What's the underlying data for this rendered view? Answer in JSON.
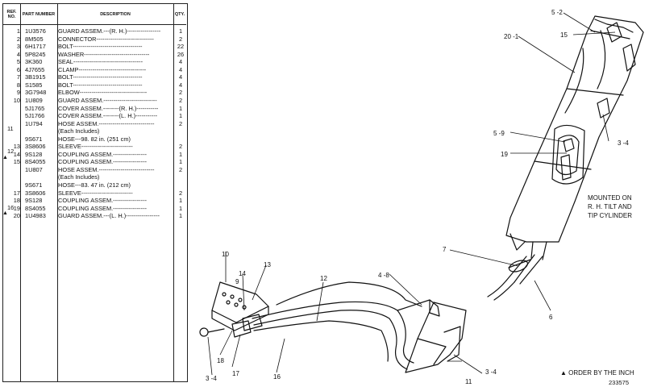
{
  "table": {
    "headers": {
      "ref": "REF. NO.",
      "part": "PART NUMBER",
      "desc": "DESCRIPTION",
      "qty": "QTY."
    },
    "rows": [
      {
        "ref": "1",
        "part": "1U3576",
        "desc": "GUARD ASSEM.---(R. H.)-----------------",
        "qty": "1"
      },
      {
        "ref": "2",
        "part": "8M505",
        "desc": "CONNECTOR-----------------------------",
        "qty": "2"
      },
      {
        "ref": "3",
        "part": "6H1717",
        "desc": "BOLT-----------------------------------",
        "qty": "22"
      },
      {
        "ref": "4",
        "part": "5P8245",
        "desc": "WASHER---------------------------------",
        "qty": "26"
      },
      {
        "ref": "5",
        "part": "3K360",
        "desc": "SEAL-----------------------------------",
        "qty": "4"
      },
      {
        "ref": "6",
        "part": "4J7655",
        "desc": "CLAMP----------------------------------",
        "qty": "4"
      },
      {
        "ref": "7",
        "part": "3B1915",
        "desc": "BOLT-----------------------------------",
        "qty": "4"
      },
      {
        "ref": "8",
        "part": "S1585",
        "desc": "BOLT-----------------------------------",
        "qty": "4"
      },
      {
        "ref": "9",
        "part": "3G7948",
        "desc": "ELBOW----------------------------------",
        "qty": "2"
      },
      {
        "ref": "10",
        "part": "1U809",
        "desc": "GUARD ASSEM.---------------------------",
        "qty": "2"
      },
      {
        "ref": "",
        "part": "5J1765",
        "desc": "COVER ASSEM.--------(R. H.)-----------",
        "qty": "1"
      },
      {
        "ref": "",
        "part": "5J1766",
        "desc": "COVER ASSEM.--------(L. H.)-----------",
        "qty": "1"
      },
      {
        "ref": "",
        "part": "1U794",
        "desc": "HOSE ASSEM.----------------------------",
        "qty": "2"
      },
      {
        "ref": "",
        "part": "",
        "desc": "(Each Includes)",
        "qty": ""
      },
      {
        "ref": "",
        "part": "9S671",
        "desc": "HOSE---98. 82 in. (251 cm)",
        "qty": ""
      },
      {
        "ref": "13",
        "part": "3S8606",
        "desc": "SLEEVE--------------------------",
        "qty": "2"
      },
      {
        "ref": "14",
        "part": "9S128",
        "desc": "COUPLING ASSEM.-----------------",
        "qty": "1"
      },
      {
        "ref": "15",
        "part": "8S4055",
        "desc": "COUPLING ASSEM.-----------------",
        "qty": "1"
      },
      {
        "ref": "",
        "part": "1U807",
        "desc": "HOSE ASSEM.----------------------------",
        "qty": "2"
      },
      {
        "ref": "",
        "part": "",
        "desc": "(Each Includes)",
        "qty": ""
      },
      {
        "ref": "",
        "part": "9S671",
        "desc": "HOSE---83. 47 in. (212 cm)",
        "qty": ""
      },
      {
        "ref": "17",
        "part": "3S8606",
        "desc": "SLEEVE--------------------------",
        "qty": "2"
      },
      {
        "ref": "18",
        "part": "9S128",
        "desc": "COUPLING ASSEM.-----------------",
        "qty": "1"
      },
      {
        "ref": "19",
        "part": "8S4055",
        "desc": "COUPLING ASSEM.-----------------",
        "qty": "1"
      },
      {
        "ref": "20",
        "part": "1U4983",
        "desc": "GUARD ASSEM.---(L. H.)-----------------",
        "qty": "1"
      }
    ],
    "group_refs": {
      "r11": "11",
      "r12": "12",
      "r16": "16"
    },
    "order_marker": "▲"
  },
  "diagram": {
    "callouts": {
      "c5_2": "5 -2",
      "c15": "15",
      "c20_1": "20 -1",
      "c3_4a": "3 -4",
      "c5_9": "5 -9",
      "c19": "19",
      "c7": "7",
      "c6": "6",
      "c4_8": "4 -8",
      "c3_4b": "3 -4",
      "c11": "11",
      "c10": "10",
      "c13": "13",
      "c14": "14",
      "c12": "12",
      "c9": "9",
      "c18": "18",
      "c17": "17",
      "c16": "16",
      "c3_4c": "3 -4"
    },
    "note_lines": [
      "MOUNTED ON",
      "R. H. TILT AND",
      "TIP CYLINDER"
    ],
    "order_note": "▲ ORDER BY THE INCH",
    "figure_number": "233575"
  }
}
